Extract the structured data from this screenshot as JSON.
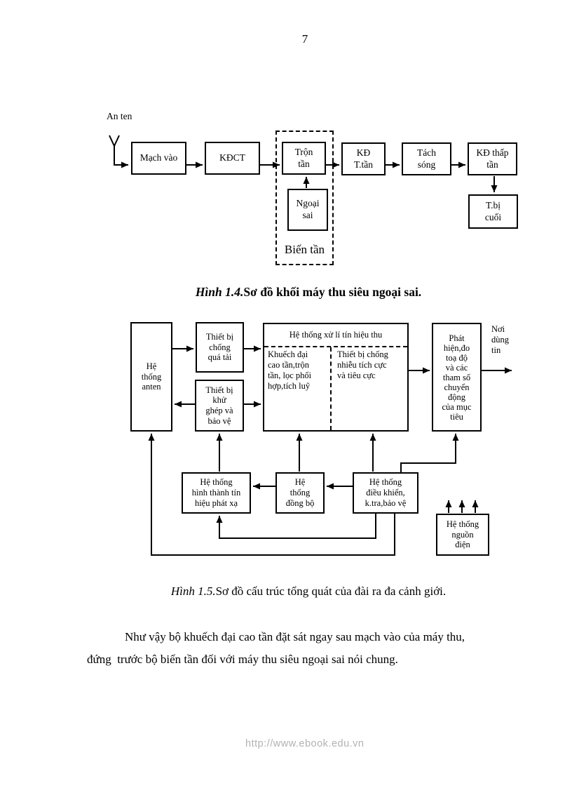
{
  "page": {
    "number": "7",
    "footer_url": "http://www.ebook.edu.vn"
  },
  "figure1": {
    "antenna_label": "An ten",
    "blocks": {
      "mach_vao": "Mạch vào",
      "kdct": "KĐCT",
      "tron_tan": "Trộn\ntần",
      "ngoai_sai": "Ngoại\nsai",
      "kd_trung_tan": "KĐ\nT.tần",
      "tach_song": "Tách\nsóng",
      "kd_thap_tan": "KĐ thấp\ntần",
      "thiet_bi_cuoi": "T.bị\ncuối"
    },
    "group_label": "Biến tần",
    "caption_prefix": "Hình 1.4.",
    "caption_text": "Sơ đồ khối máy thu siêu ngoại sai."
  },
  "figure2": {
    "blocks": {
      "anten": "Hệ\nthống\nanten",
      "qua_tai": "Thiết bị\nchống\nquá tải",
      "xu_ly_header": "Hệ thống xử lí tín hiệu thu",
      "xu_ly_left": "Khuếch đại\ncao tần,trộn\ntần, lọc phối\nhợp,tích luỹ",
      "xu_ly_right": "Thiết bị chống\nnhiễu tích cực\nvà tiêu cực",
      "phat_hien": "Phát\nhiện,đo\ntoạ độ\nvà các\ntham số\nchuyển\nđộng\ncủa mục\ntiêu",
      "noi_dung_tin": "Nơi\ndùng\ntin",
      "khu_ghep": "Thiết bị\nkhử\nghép và\nbảo vệ",
      "hinh_thanh": "Hệ thống\nhình thành tín\nhiệu phát xạ",
      "dong_bo": "Hệ\nthống\nđồng bộ",
      "dieu_khien": "Hệ thống\nđiều khiển,\nk.tra,bảo vệ",
      "nguon_dien": "Hệ thống\nnguồn\nđiện"
    },
    "caption_prefix": "Hình 1.5.",
    "caption_text": "Sơ đồ cấu trúc tổng quát của đài ra đa cảnh giới."
  },
  "paragraph": {
    "line1": "Như vậy bộ khuếch đại cao tần đặt sát ngay sau mạch vào của máy thu,",
    "line2": "đứng  trước bộ biến tần đối với máy thu siêu ngoại sai nói chung."
  }
}
